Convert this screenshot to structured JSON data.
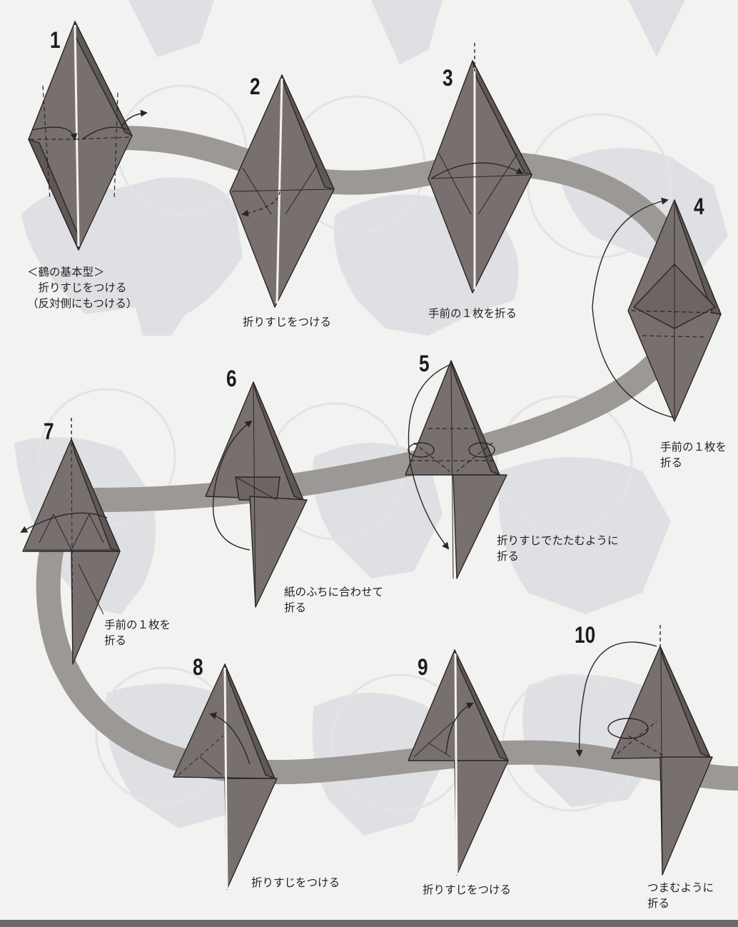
{
  "colors": {
    "paper": "#f2f2f0",
    "road": "#9c9895",
    "fold_fill": "#77706e",
    "fold_dark": "#5f5856",
    "line": "#2a2626",
    "ghost": "#d9dadc"
  },
  "steps": [
    {
      "number": "1",
      "caption": [
        "＜鶴の基本型＞",
        "　折りすじをつける",
        "（反対側にもつける）"
      ]
    },
    {
      "number": "2",
      "caption": [
        "折りすじをつける"
      ]
    },
    {
      "number": "3",
      "caption": [
        "手前の１枚を折る"
      ]
    },
    {
      "number": "4",
      "caption": [
        "手前の１枚を",
        "折る"
      ]
    },
    {
      "number": "5",
      "caption": [
        "折りすじでたたむように",
        "折る"
      ]
    },
    {
      "number": "6",
      "caption": [
        "紙のふちに合わせて",
        "折る"
      ]
    },
    {
      "number": "7",
      "caption": [
        "手前の１枚を",
        "折る"
      ]
    },
    {
      "number": "8",
      "caption": [
        "折りすじをつける"
      ]
    },
    {
      "number": "9",
      "caption": [
        "折りすじをつける"
      ]
    },
    {
      "number": "10",
      "caption": [
        "つまむように",
        "折る"
      ]
    }
  ]
}
